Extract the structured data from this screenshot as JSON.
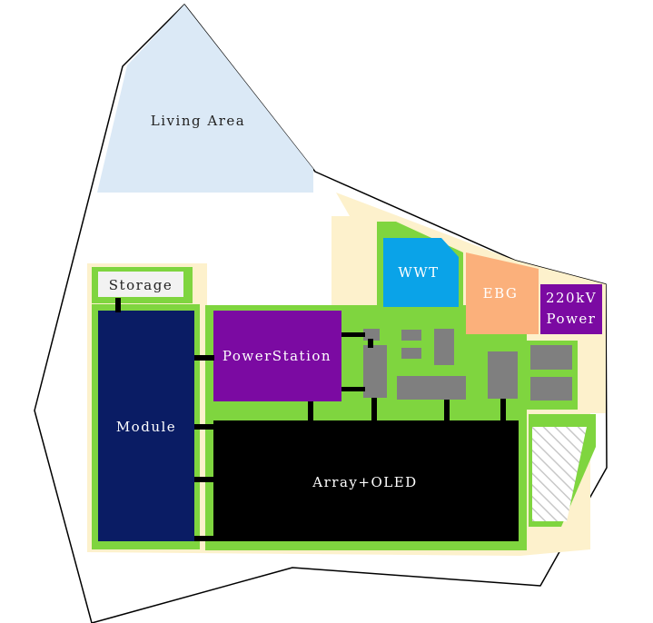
{
  "labels": {
    "living_area": "Living Area",
    "storage": "Storage",
    "wwt": "WWT",
    "ebg": "EBG",
    "power_220kv_line1": "220kV",
    "power_220kv_line2": "Power",
    "power_station": "PowerStation",
    "module": "Module",
    "array_oled": "Array+OLED"
  },
  "colors": {
    "site_outline": "#000000",
    "living_area": "#dbe9f6",
    "setback": "#fdf1cc",
    "green_buffer": "#7fd53f",
    "storage": "#f2f2f2",
    "module": "#0a1c64",
    "power_station": "#7b0aa2",
    "array_oled": "#000000",
    "wwt": "#0aa3e8",
    "ebg": "#fbb07b",
    "power_220kv": "#7b0aa2",
    "utility_blocks": "#7f7f7f",
    "hatch": "#c8c8c8"
  }
}
